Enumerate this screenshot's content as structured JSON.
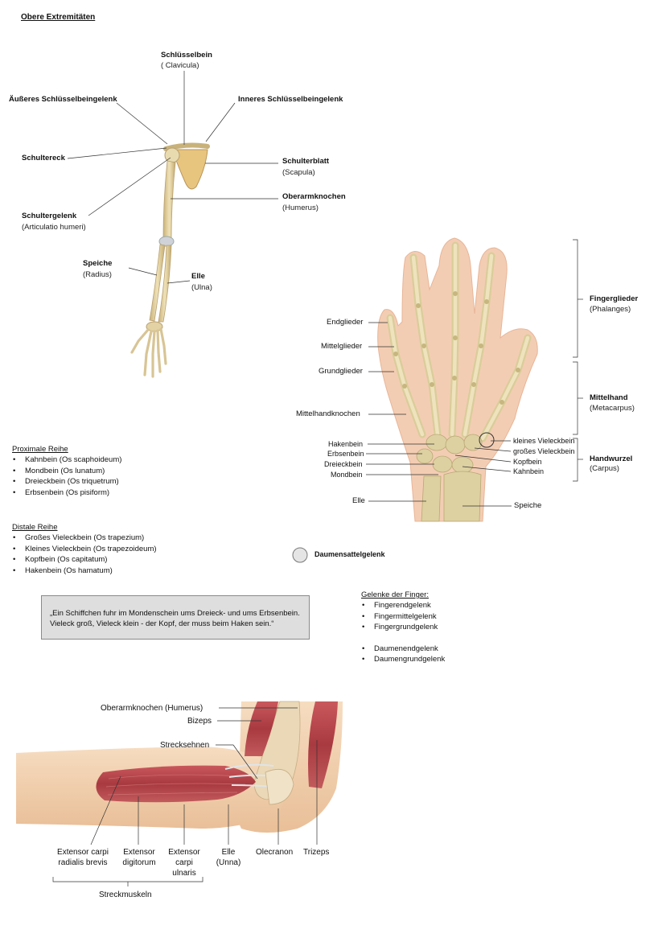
{
  "page_title": "Obere Extremitäten",
  "skeleton": {
    "clavicula": {
      "name": "Schlüsselbein",
      "latin": "( Clavicula)"
    },
    "outer_joint": "Äußeres Schlüsselbeingelenk",
    "inner_joint": "Inneres Schlüsselbeingelenk",
    "shoulder_corner": "Schultereck",
    "scapula": {
      "name": "Schulterblatt",
      "latin": "(Scapula)"
    },
    "humerus": {
      "name": "Oberarmknochen",
      "latin": "(Humerus)"
    },
    "shoulder_joint": {
      "name": "Schultergelenk",
      "latin": "(Articulatio humeri)"
    },
    "radius": {
      "name": "Speiche",
      "latin": "(Radius)"
    },
    "ulna": {
      "name": "Elle",
      "latin": "(Ulna)"
    }
  },
  "hand": {
    "endglieder": "Endglieder",
    "mittelglieder": "Mittelglieder",
    "grundglieder": "Grundglieder",
    "mittelhandknochen": "Mittelhandknochen",
    "hakenbein": "Hakenbein",
    "erbsenbein": "Erbsenbein",
    "dreieckbein": "Dreieckbein",
    "mondbein": "Mondbein",
    "elle": "Elle",
    "kleines_vieleckbein": "kleines Vieleckbein",
    "grosses_vieleckbein": "großes Vieleckbein",
    "kopfbein": "Kopfbein",
    "kahnbein": "Kahnbein",
    "speiche": "Speiche",
    "phalanges": {
      "name": "Fingerglieder",
      "latin": "(Phalanges)"
    },
    "metacarpus": {
      "name": "Mittelhand",
      "latin": "(Metacarpus)"
    },
    "carpus": {
      "name": "Handwurzel",
      "latin": "(Carpus)"
    },
    "legend_daumensattel": "Daumensattelgelenk"
  },
  "proximal": {
    "heading": "Proximale Reihe",
    "items": [
      "Kahnbein (Os scaphoideum)",
      "Mondbein (Os lunatum)",
      "Dreieckbein (Os triquetrum)",
      "Erbsenbein (Os pisiform)"
    ]
  },
  "distal": {
    "heading": "Distale Reihe",
    "items": [
      "Großes Vieleckbein (Os trapezium)",
      "Kleines Vieleckbein (Os trapezoideum)",
      "Kopfbein (Os capitatum)",
      "Hakenbein (Os hamatum)"
    ]
  },
  "mnemonic": {
    "line1": "„Ein Schiffchen fuhr im Mondenschein ums Dreieck- und ums Erbsenbein.",
    "line2": "Vieleck groß, Vieleck klein - der Kopf, der muss beim Haken sein.“"
  },
  "finger_joints": {
    "heading": "Gelenke der Finger:",
    "group1": [
      "Fingerendgelenk",
      "Fingermittelgelenk",
      "Fingergrundgelenk"
    ],
    "group2": [
      "Daumenendgelenk",
      "Daumengrundgelenk"
    ]
  },
  "arm": {
    "humerus": "Oberarmknochen (Humerus)",
    "bizeps": "Bizeps",
    "strecksehnen": "Strecksehnen",
    "ecrb1": "Extensor carpi",
    "ecrb2": "radialis brevis",
    "ed1": "Extensor",
    "ed2": "digitorum",
    "ecu1": "Extensor",
    "ecu2": "carpi",
    "ecu3": "ulnaris",
    "elle1": "Elle",
    "elle2": "(Unna)",
    "olecranon": "Olecranon",
    "trizeps": "Trizeps",
    "streckmuskeln": "Streckmuskeln"
  },
  "colors": {
    "bone": "#e3d2a3",
    "skin": "#f0c4a8",
    "muscle": "#b8474c",
    "quote_bg": "#dedede"
  }
}
